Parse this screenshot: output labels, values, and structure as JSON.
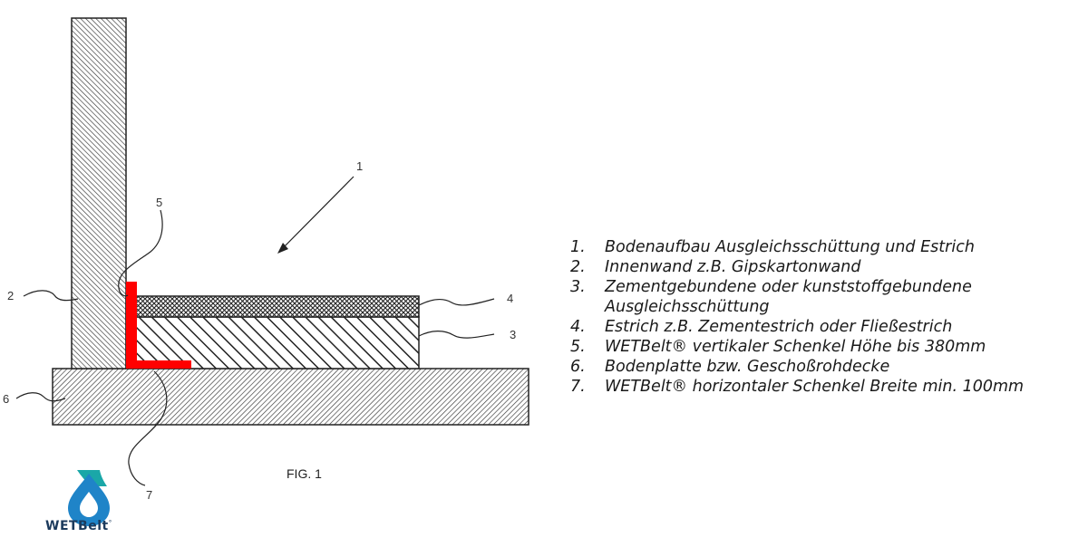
{
  "figure": {
    "caption": "FIG. 1",
    "callouts": {
      "c1": "1",
      "c2": "2",
      "c3": "3",
      "c4": "4",
      "c5": "5",
      "c6": "6",
      "c7": "7"
    },
    "belt_color": "#ff0000"
  },
  "legend": [
    {
      "num": "1.",
      "text": "Bodenaufbau Ausgleichsschüttung und Estrich"
    },
    {
      "num": "2.",
      "text": "Innenwand z.B. Gipskartonwand"
    },
    {
      "num": "3.",
      "text": "Zementgebundene oder kunststoffgebundene Ausgleichsschüttung"
    },
    {
      "num": "4.",
      "text": "Estrich z.B. Zementestrich oder Fließestrich"
    },
    {
      "num": "5.",
      "text": "WETBelt® vertikaler Schenkel Höhe bis 380mm"
    },
    {
      "num": "6.",
      "text": "Bodenplatte bzw. Geschoßrohdecke"
    },
    {
      "num": "7.",
      "text": "WETBelt® horizontaler Schenkel Breite min. 100mm"
    }
  ],
  "logo": {
    "name": "WETBelt",
    "mark": "°",
    "icon": "water-drop-icon",
    "colors": {
      "teal": "#1aa7a8",
      "blue": "#1f84c8",
      "navy": "#1b3a5c"
    }
  }
}
